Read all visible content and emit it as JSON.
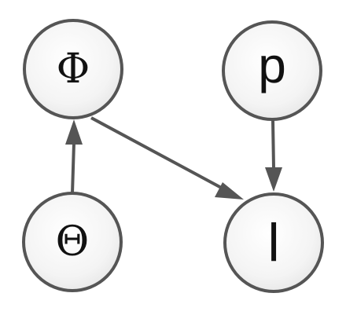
{
  "diagram": {
    "nodes": [
      {
        "id": "phi",
        "label": "Φ"
      },
      {
        "id": "p",
        "label": "p"
      },
      {
        "id": "theta",
        "label": "Θ"
      },
      {
        "id": "l",
        "label": "l"
      }
    ],
    "edges": [
      {
        "from": "theta",
        "to": "phi"
      },
      {
        "from": "phi",
        "to": "l"
      },
      {
        "from": "p",
        "to": "l"
      }
    ]
  }
}
